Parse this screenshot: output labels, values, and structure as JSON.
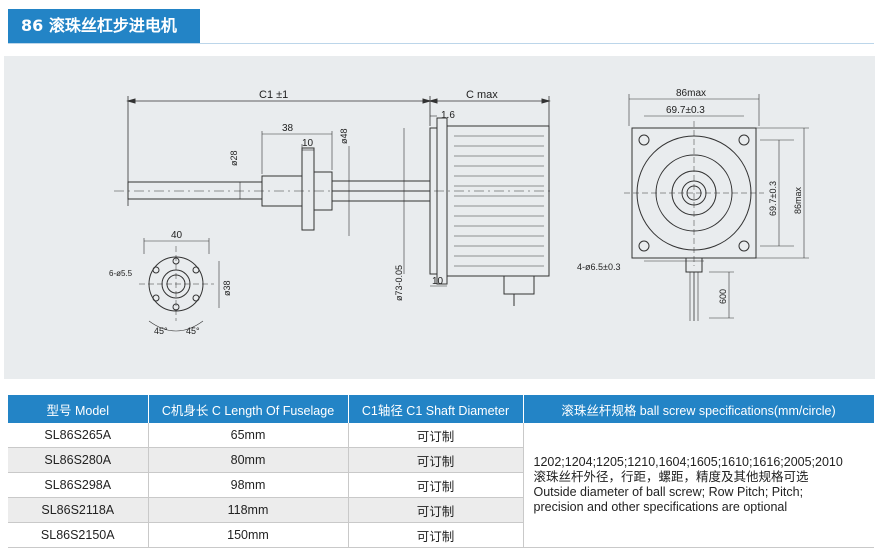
{
  "title": "86 滚珠丝杠步进电机",
  "drawing": {
    "c1": "C1 ±1",
    "c": "C max",
    "d_38": "38",
    "d_10": "10",
    "d_48": "ø48",
    "d_28": "ø28",
    "d_1_6": "1.6",
    "d_73": "ø73-0.05",
    "d_10b": "10",
    "d_40": "40",
    "d_6_5_5": "6-ø5.5",
    "d_38b": "ø38",
    "d_45a": "45°",
    "d_45b": "45°",
    "d_86max_top": "86max",
    "d_69_7_top": "69.7±0.3",
    "d_69_7_side": "69.7±0.3",
    "d_86max_side": "86max",
    "d_4_6_5": "4-ø6.5±0.3",
    "d_600": "600"
  },
  "table": {
    "headers": [
      "型号 Model",
      "C机身长 C Length Of Fuselage",
      "C1轴径 C1 Shaft Diameter",
      "滚珠丝杆规格 ball screw specifications(mm/circle)"
    ],
    "rows": [
      {
        "model": "SL86S265A",
        "length": "65mm",
        "shaft": "可订制"
      },
      {
        "model": "SL86S280A",
        "length": "80mm",
        "shaft": "可订制"
      },
      {
        "model": "SL86S298A",
        "length": "98mm",
        "shaft": "可订制"
      },
      {
        "model": "SL86S2118A",
        "length": "118mm",
        "shaft": "可订制"
      },
      {
        "model": "SL86S2150A",
        "length": "150mm",
        "shaft": "可订制"
      }
    ],
    "note_lines": [
      "1202;1204;1205;1210,1604;1605;1610;1616;2005;2010",
      "滚珠丝杆外径，行距，螺距，精度及其他规格可选",
      "Outside diameter of ball screw; Row Pitch; Pitch;",
      "precision and other specifications are optional"
    ]
  }
}
